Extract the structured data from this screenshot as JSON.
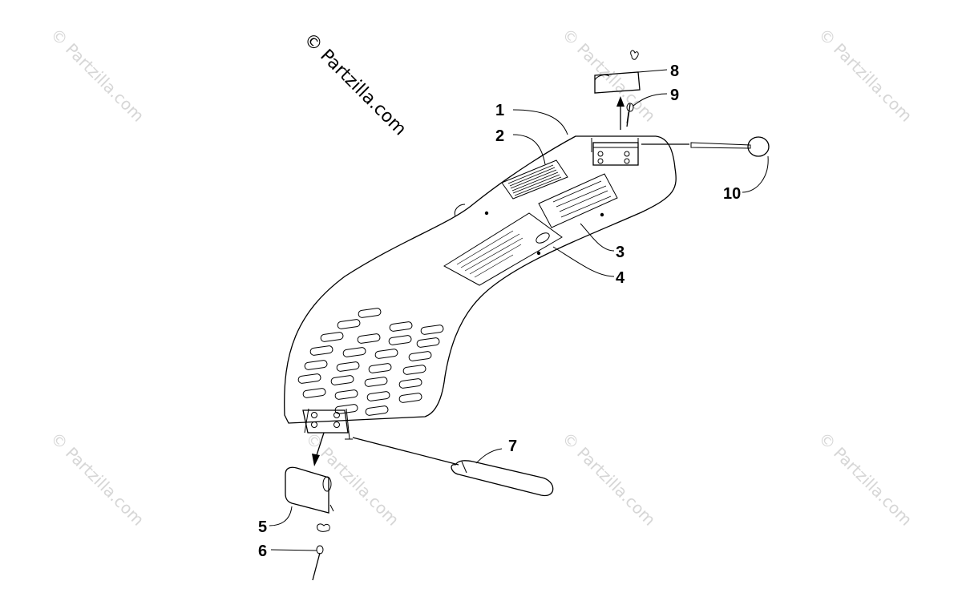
{
  "copyright": "© Partzilla.com",
  "watermark_text": "© Partzilla.com",
  "callouts": [
    "1",
    "2",
    "3",
    "4",
    "5",
    "6",
    "7",
    "8",
    "9",
    "10"
  ],
  "colors": {
    "ink": "#000000",
    "watermark": "#d6d6d6",
    "background": "#ffffff"
  }
}
